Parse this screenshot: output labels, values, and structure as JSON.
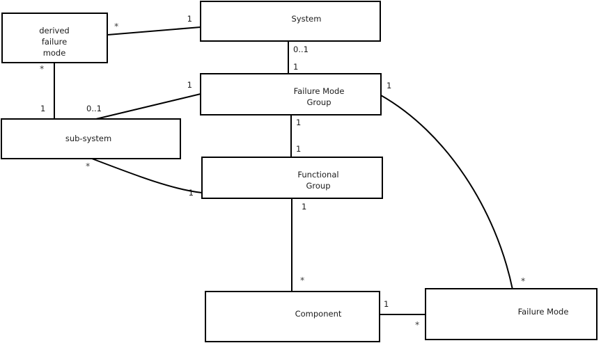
{
  "diagram": {
    "kind": "uml-class-diagram",
    "background_color": "#ffffff",
    "line_color": "#000000",
    "text_color": "#1a1a1a",
    "classes": [
      {
        "id": "derived_failure_mode",
        "name": "derived\nfailure\nmode",
        "line1": "derived",
        "line2": "failure",
        "line3": "mode"
      },
      {
        "id": "system",
        "name": "System",
        "line1": "System"
      },
      {
        "id": "failure_mode_group",
        "name": "Failure Mode Group",
        "line1": "Failure Mode",
        "line2": "Group"
      },
      {
        "id": "sub_system",
        "name": "sub-system",
        "line1": "sub-system"
      },
      {
        "id": "functional_group",
        "name": "Functional Group",
        "line1": "Functional",
        "line2": "Group"
      },
      {
        "id": "component",
        "name": "Component",
        "line1": "Component"
      },
      {
        "id": "failure_mode",
        "name": "Failure Mode",
        "line1": "Failure Mode"
      }
    ],
    "associations": [
      {
        "id": "dfm-system",
        "from": "derived_failure_mode",
        "to": "system",
        "from_multiplicity": "*",
        "to_multiplicity": "1"
      },
      {
        "id": "system-fmg",
        "from": "system",
        "to": "failure_mode_group",
        "from_multiplicity": "0..1",
        "to_multiplicity": "1"
      },
      {
        "id": "dfm-subsys",
        "from": "derived_failure_mode",
        "to": "sub_system",
        "from_multiplicity": "*",
        "to_multiplicity": "1"
      },
      {
        "id": "subsys-fmg",
        "from": "sub_system",
        "to": "failure_mode_group",
        "from_multiplicity": "0..1",
        "to_multiplicity": "1"
      },
      {
        "id": "fmg-fg",
        "from": "failure_mode_group",
        "to": "functional_group",
        "from_multiplicity": "1",
        "to_multiplicity": "1"
      },
      {
        "id": "subsys-fg",
        "from": "sub_system",
        "to": "functional_group",
        "from_multiplicity": "*",
        "to_multiplicity": "1"
      },
      {
        "id": "fg-component",
        "from": "functional_group",
        "to": "component",
        "from_multiplicity": "1",
        "to_multiplicity": "*"
      },
      {
        "id": "comp-fm",
        "from": "component",
        "to": "failure_mode",
        "from_multiplicity": "1",
        "to_multiplicity": "*"
      },
      {
        "id": "fmg-fm",
        "from": "failure_mode_group",
        "to": "failure_mode",
        "from_multiplicity": "1",
        "to_multiplicity": "*"
      }
    ],
    "multiplicity_markers": {
      "dfm_system_near_dfm": "*",
      "dfm_system_near_system": "1",
      "system_fmg_near_system": "0..1",
      "system_fmg_near_fmg": "1",
      "dfm_subsys_near_dfm": "*",
      "dfm_subsys_near_subsys": "1",
      "subsys_fmg_near_subsys": "0..1",
      "subsys_fmg_near_fmg": "1",
      "fmg_fg_near_fmg": "1",
      "fmg_fg_near_fg": "1",
      "subsys_fg_near_subsys": "*",
      "subsys_fg_near_fg": "1",
      "fg_comp_near_fg": "1",
      "fg_comp_near_comp": "*",
      "comp_fm_near_comp": "1",
      "comp_fm_near_fm": "*",
      "fmg_fm_near_fmg": "1",
      "fmg_fm_near_fm": "*"
    }
  }
}
